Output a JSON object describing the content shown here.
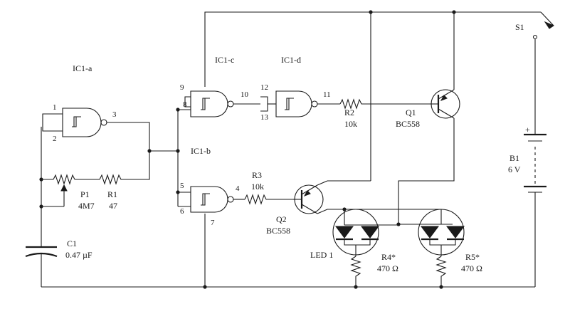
{
  "labels": {
    "ic1a": "IC1-a",
    "ic1b": "IC1-b",
    "ic1c": "IC1-c",
    "ic1d": "IC1-d",
    "p1_name": "P1",
    "p1_value": "4M7",
    "r1_name": "R1",
    "r1_value": "47",
    "r2_name": "R2",
    "r2_value": "10k",
    "r3_name": "R3",
    "r3_value": "10k",
    "q1_name": "Q1",
    "q1_type": "BC558",
    "q2_name": "Q2",
    "q2_type": "BC558",
    "c1_name": "C1",
    "c1_value": "0.47 µF",
    "b1_name": "B1",
    "b1_value": "6 V",
    "b1_plus": "+",
    "s1_name": "S1",
    "led1_name": "LED 1",
    "r4_name": "R4*",
    "r4_value": "470 Ω",
    "r5_name": "R5*",
    "r5_value": "470 Ω"
  },
  "pins": {
    "a1": "1",
    "a2": "2",
    "a3": "3",
    "b4": "4",
    "b5": "5",
    "b6": "6",
    "b7": "7",
    "c8": "8",
    "c9": "9",
    "c10": "10",
    "d11": "11",
    "d12": "12",
    "d13": "13"
  }
}
